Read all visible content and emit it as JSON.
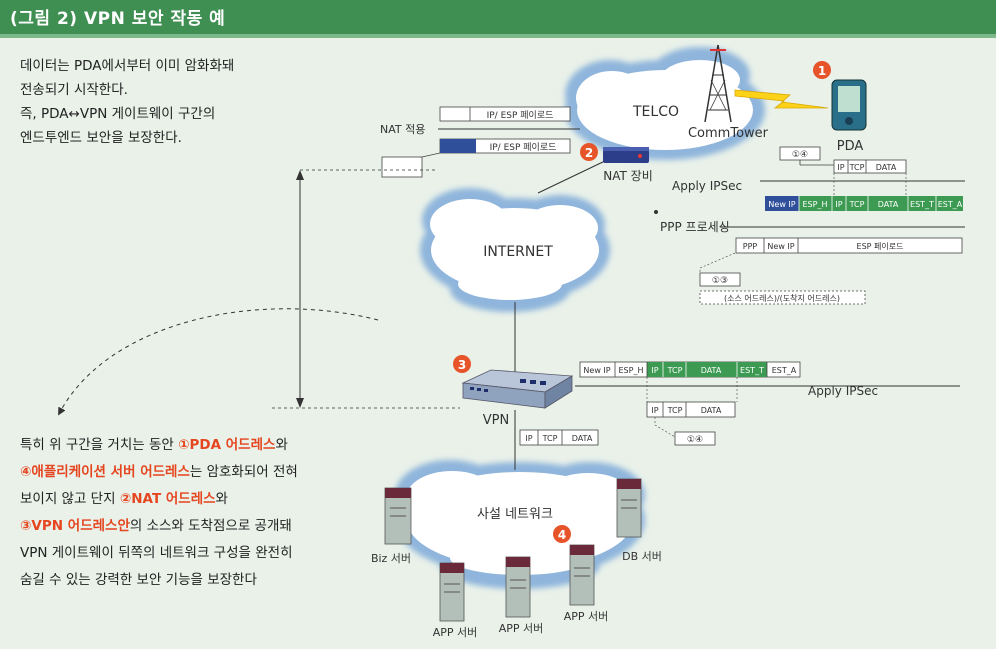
{
  "header": {
    "title": "(그림 2) VPN 보안 작동 예"
  },
  "intro_text": [
    "데이터는 PDA에서부터 이미 암화화돼",
    "전송되기 시작한다.",
    "즉, PDA↔VPN 게이트웨이 구간의",
    "엔드투엔드 보안을 보장한다."
  ],
  "bottom_text": {
    "l1_pre": "특히 위 구간을 거치는 동안 ",
    "l1_hl": "①PDA 어드레스",
    "l1_post": "와",
    "l2_hl": "④애플리케이션 서버 어드레스",
    "l2_post": "는 암호화되어 전혀",
    "l3_pre": "보이지 않고 단지 ",
    "l3_hl": "②NAT 어드레스",
    "l3_post": "와",
    "l4_hl": "③VPN 어드레스안",
    "l4_post": "의 소스와 도착점으로 공개돼",
    "l5": "VPN 게이트웨이 뒤쪽의 네트워크 구성을 완전히",
    "l6": "숨길 수 있는 강력한 보안 기능을 보장한다"
  },
  "clouds": {
    "telco": "TELCO",
    "internet": "INTERNET",
    "private": "사설 네트워크"
  },
  "devices": {
    "comm_tower": "CommTower",
    "pda": "PDA",
    "nat": "NAT 장비",
    "vpn": "VPN",
    "biz": "Biz 서버",
    "db": "DB 서버",
    "app1": "APP 서버",
    "app2": "APP 서버",
    "app3": "APP 서버"
  },
  "markers": {
    "m1": "1",
    "m2": "2",
    "m3": "3",
    "m4": "4"
  },
  "labels": {
    "nat_apply": "NAT 적용",
    "ip_esp_payload": "IP/ ESP 페이로드",
    "apply_ipsec": "Apply IPSec",
    "ppp_processing": "PPP 프로세싱",
    "src_dst_addr": "(소스 어드레스)/(도착지 어드레스)",
    "c14": "①④",
    "c13": "①③",
    "esp_payload": "ESP 페이로드"
  },
  "packet_fields": {
    "ip": "IP",
    "tcp": "TCP",
    "data": "DATA",
    "new_ip": "New IP",
    "esp_h": "ESP_H",
    "est_t": "EST_T",
    "est_a": "EST_A",
    "ppp": "PPP"
  },
  "colors": {
    "header": "#3f8f53",
    "packet_green": "#3c9a52",
    "packet_blue": "#2f4f9a",
    "highlight": "#e5461f",
    "marker": "#e8542a"
  }
}
